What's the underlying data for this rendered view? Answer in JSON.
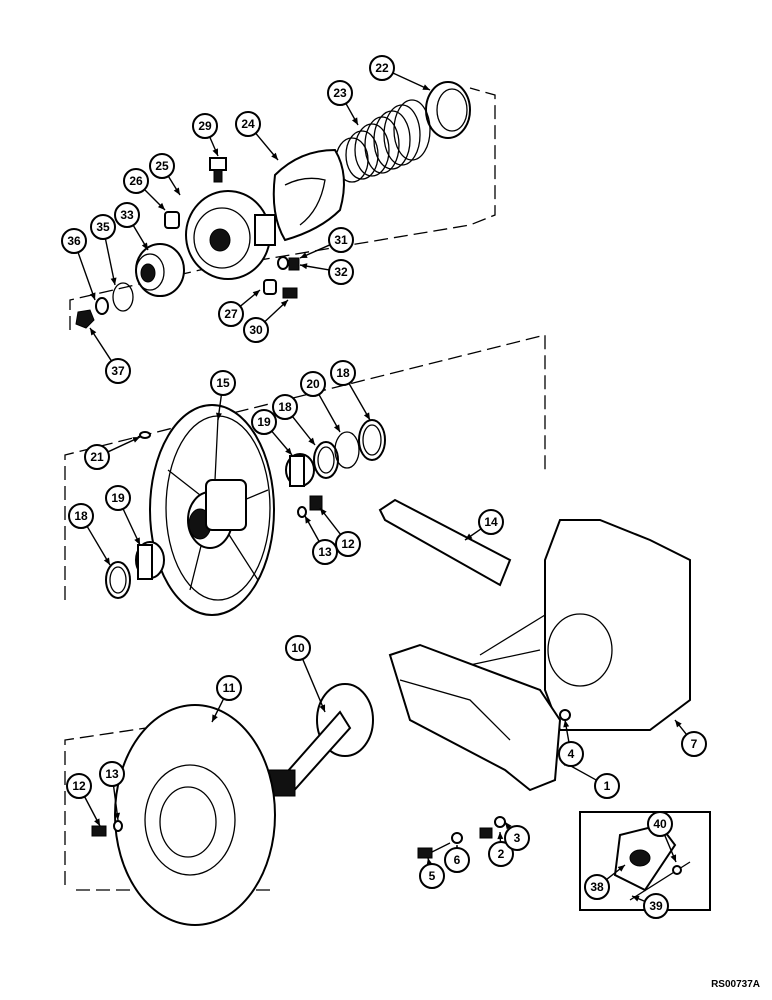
{
  "diagram": {
    "reference_code": "RS00737A",
    "callouts": [
      "1",
      "2",
      "3",
      "4",
      "5",
      "6",
      "7",
      "10",
      "11",
      "12",
      "12",
      "13",
      "13",
      "14",
      "15",
      "18",
      "18",
      "18",
      "19",
      "19",
      "20",
      "21",
      "22",
      "23",
      "24",
      "25",
      "26",
      "27",
      "29",
      "30",
      "31",
      "32",
      "33",
      "35",
      "36",
      "37",
      "38",
      "39",
      "40"
    ]
  }
}
